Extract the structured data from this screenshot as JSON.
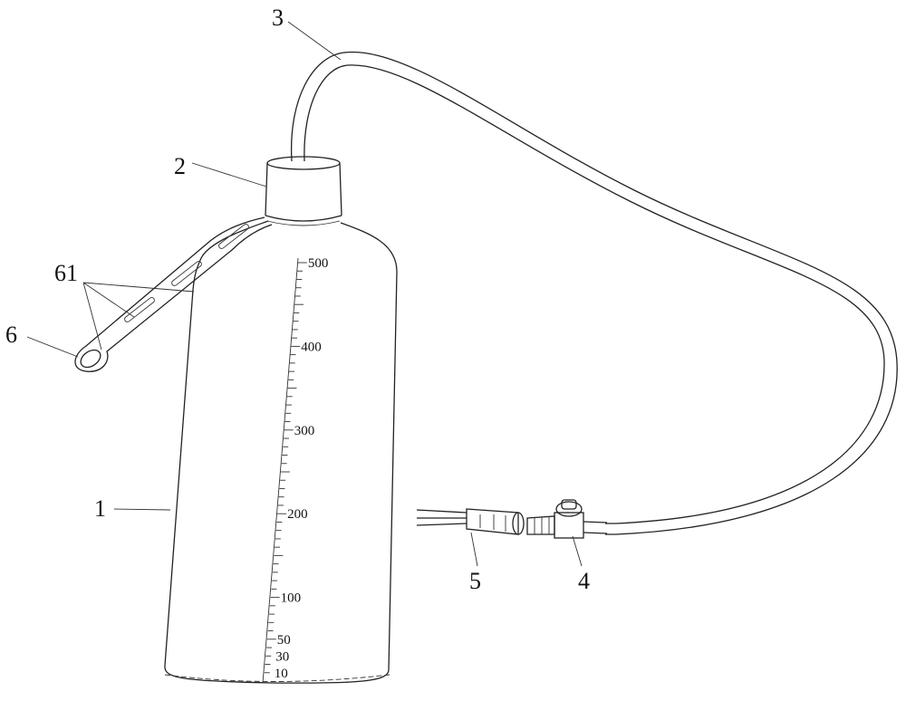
{
  "figure": {
    "reference_numerals": {
      "bottle": "1",
      "cap": "2",
      "tube": "3",
      "connector": "4",
      "adapter": "5",
      "strap": "6",
      "strap_slots": "61"
    },
    "scale": {
      "labels": [
        "500",
        "400",
        "300",
        "200",
        "100",
        "50",
        "30",
        "10"
      ],
      "label_values": [
        500,
        400,
        300,
        200,
        100,
        50,
        30,
        10
      ],
      "min": 0,
      "max": 500,
      "minor_step": 10
    }
  }
}
